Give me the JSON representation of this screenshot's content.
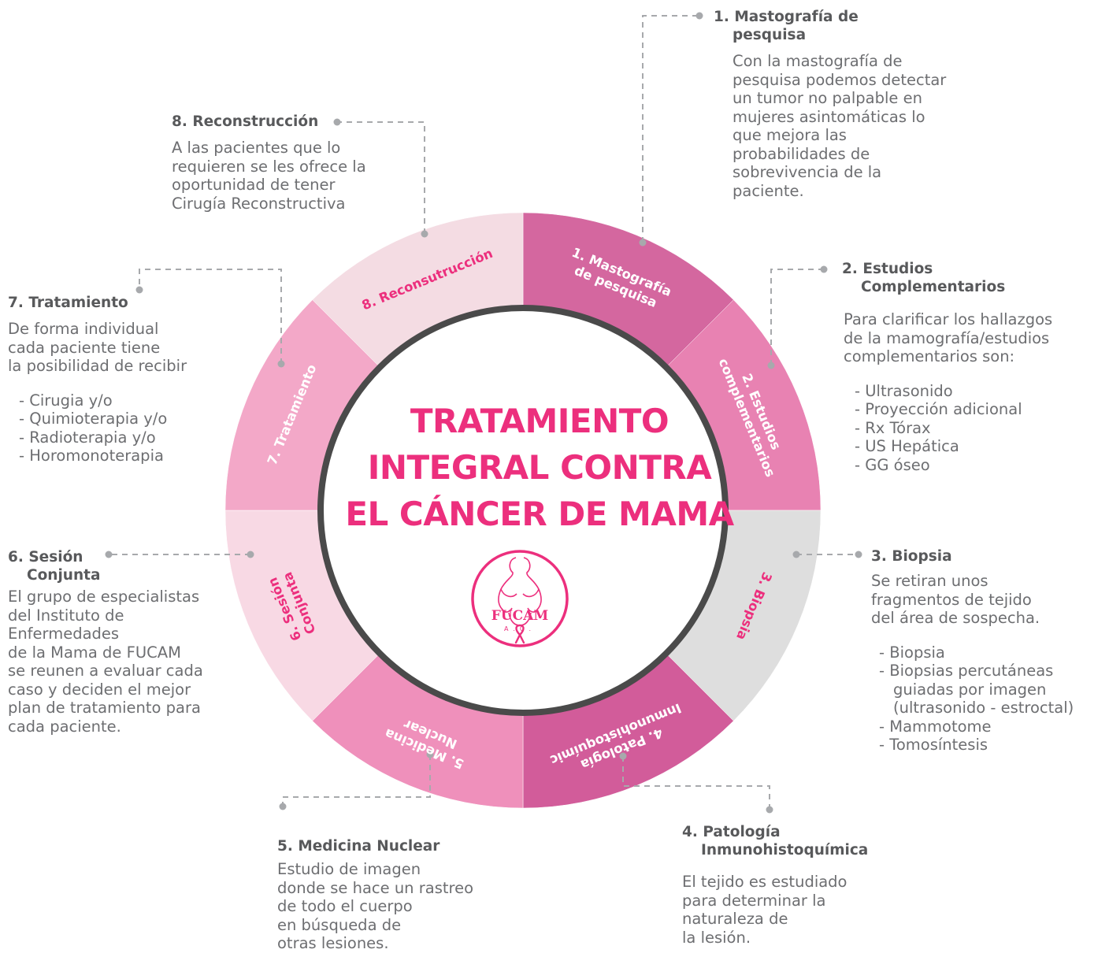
{
  "colors": {
    "accent": "#ec2f7d",
    "ring_border": "#4a4a4a",
    "connector": "#a7a9ac",
    "text": "#6d6e71",
    "heading": "#58595b"
  },
  "center": {
    "title_lines": [
      "TRATAMIENTO",
      "INTEGRAL CONTRA",
      "EL CÁNCER DE MAMA"
    ],
    "logo": {
      "icon": "fucam-ribbon-logo",
      "wordmark": "FUCAM",
      "sub": "A.C."
    }
  },
  "segments": [
    {
      "id": "s1",
      "lines": [
        "1. Mastografía",
        "de pesquisa"
      ],
      "color": "#d4679f",
      "text_color": "#ffffff"
    },
    {
      "id": "s2",
      "lines": [
        "2. Estudios",
        "complementarios"
      ],
      "color": "#e882b2",
      "text_color": "#ffffff"
    },
    {
      "id": "s3",
      "lines": [
        "3. Biopsia"
      ],
      "color": "#dedede",
      "text_color": "#ec2f7d"
    },
    {
      "id": "s4",
      "lines": [
        "4. Patología",
        "Inmunohistoquímic"
      ],
      "color": "#d25c9a",
      "text_color": "#ffffff"
    },
    {
      "id": "s5",
      "lines": [
        "5. Medicina",
        "Nuclear"
      ],
      "color": "#ef90bb",
      "text_color": "#ffffff"
    },
    {
      "id": "s6",
      "lines": [
        "6. Sesión",
        "Conjunta"
      ],
      "color": "#f8d9e4",
      "text_color": "#ec2f7d"
    },
    {
      "id": "s7",
      "lines": [
        "7. Tratamiento"
      ],
      "color": "#f3a8c8",
      "text_color": "#ffffff"
    },
    {
      "id": "s8",
      "lines": [
        "8. Reconsutrucción"
      ],
      "color": "#f4dce3",
      "text_color": "#ec2f7d"
    }
  ],
  "blocks": [
    {
      "id": "b1",
      "title": [
        "1. Mastografía de",
        "pesquisa"
      ],
      "text": [
        "Con la mastografía de",
        "pesquisa podemos detectar",
        "un tumor no palpable en",
        "mujeres asintomáticas lo",
        "que mejora las",
        "probabilidades de",
        "sobrevivencia de la",
        "paciente."
      ],
      "items": []
    },
    {
      "id": "b2",
      "title": [
        "2. Estudios",
        "Complementarios"
      ],
      "text": [
        "Para clarificar los hallazgos",
        "de la mamografía/estudios",
        "complementarios son:"
      ],
      "items": [
        "Ultrasonido",
        "Proyección adicional",
        "Rx Tórax",
        "US Hepática",
        "GG óseo"
      ]
    },
    {
      "id": "b3",
      "title": [
        "3. Biopsia"
      ],
      "text": [
        "Se retiran unos",
        "fragmentos de tejido",
        "del área de sospecha."
      ],
      "items": [
        "Biopsia",
        "Biopsias percutáneas guiadas por imagen (ultrasonido - estroctal)",
        "Mammotome",
        "Tomosíntesis"
      ]
    },
    {
      "id": "b4",
      "title": [
        "4. Patología",
        "Inmunohistoquímica"
      ],
      "text": [
        "El tejido es estudiado",
        "para determinar la",
        "naturaleza de",
        "la lesión."
      ],
      "items": []
    },
    {
      "id": "b5",
      "title": [
        "5. Medicina Nuclear"
      ],
      "text": [
        "Estudio de imagen",
        "donde se hace un rastreo",
        "de todo el cuerpo",
        "en búsqueda de",
        "otras lesiones."
      ],
      "items": []
    },
    {
      "id": "b6",
      "title": [
        "6. Sesión",
        "Conjunta"
      ],
      "text": [
        "El grupo de especialistas",
        "del Instituto de",
        "Enfermedades",
        "de la Mama de FUCAM",
        "se reunen a evaluar cada",
        "caso y deciden el mejor",
        "plan de tratamiento para",
        "cada paciente."
      ],
      "items": []
    },
    {
      "id": "b7",
      "title": [
        "7. Tratamiento"
      ],
      "text": [
        "De forma individual",
        "cada paciente tiene",
        "la posibilidad de recibir"
      ],
      "items": [
        "Cirugia y/o",
        "Quimioterapia y/o",
        "Radioterapia y/o",
        "Horomonoterapia"
      ]
    },
    {
      "id": "b8",
      "title": [
        "8. Reconstrucción"
      ],
      "text": [
        "A las pacientes que lo",
        "requieren se les ofrece la",
        "oportunidad de tener",
        "Cirugía Reconstructiva"
      ],
      "items": []
    }
  ]
}
